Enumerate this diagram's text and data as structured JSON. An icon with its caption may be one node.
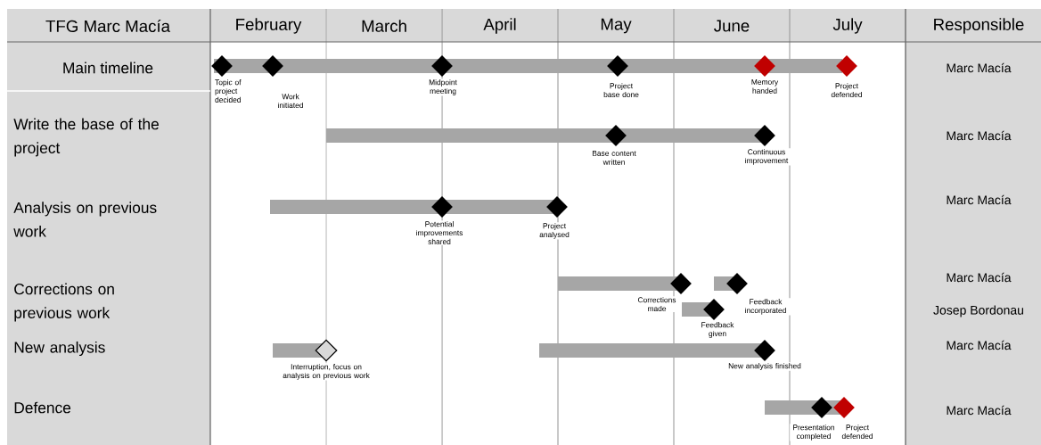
{
  "diagram": {
    "nodes": [
      {
        "text": [],
        "shape": "diamond",
        "beside": [
          "Topic of project decided"
        ]
      },
      {
        "text": [],
        "shape": "diamond",
        "beside": [
          "Work initiated"
        ]
      },
      {
        "text": [],
        "shape": "diamond",
        "beside": [
          "Midpoint meeting"
        ]
      },
      {
        "text": [],
        "shape": "diamond",
        "beside": [
          "Project base done"
        ]
      },
      {
        "text": [],
        "shape": "diamond",
        "beside": [
          "Memory handed"
        ]
      },
      {
        "text": [],
        "shape": "diamond",
        "beside": [
          "Project defended"
        ]
      },
      {
        "text": [],
        "shape": "diamond",
        "beside": [
          "Base content written"
        ]
      },
      {
        "text": [],
        "shape": "diamond",
        "beside": [
          "Continuous improvement"
        ]
      },
      {
        "text": [],
        "shape": "diamond",
        "beside": [
          "Potential improvements shared"
        ]
      },
      {
        "text": [],
        "shape": "diamond",
        "beside": [
          "Project analysed"
        ]
      },
      {
        "text": [],
        "shape": "diamond",
        "beside": [
          "Corrections made"
        ]
      },
      {
        "text": [],
        "shape": "diamond",
        "beside": [
          "Feedback incorporated"
        ]
      },
      {
        "text": [],
        "shape": "diamond",
        "beside": [
          "Feedback given"
        ]
      },
      {
        "text": [],
        "shape": "diamond",
        "beside": [
          "Interruption, focus on analysis on previous work"
        ]
      },
      {
        "text": [],
        "shape": "diamond",
        "beside": [
          "New analysis finished"
        ]
      },
      {
        "text": [],
        "shape": "diamond",
        "beside": [
          "Presentation completed"
        ]
      },
      {
        "text": [],
        "shape": "diamond",
        "beside": [
          "Project defended"
        ]
      },
      {
        "text": [],
        "shape": "bar"
      },
      {
        "text": [],
        "shape": "bar"
      },
      {
        "text": [],
        "shape": "bar"
      },
      {
        "text": [],
        "shape": "bar"
      },
      {
        "text": [],
        "shape": "bar"
      },
      {
        "text": [],
        "shape": "bar"
      },
      {
        "text": [],
        "shape": "bar"
      },
      {
        "text": [],
        "shape": "bar"
      },
      {
        "text": [],
        "shape": "bar"
      }
    ],
    "labels": [
      "TFG Marc Macía",
      "February",
      "March",
      "April",
      "May",
      "June",
      "July",
      "Responsible",
      "Main timeline",
      "Marc Macía",
      "Write the base of the project",
      "Marc Macía",
      "Analysis on previous work",
      "Marc Macía",
      "Corrections on previous work",
      "Marc Macía",
      "Josep Bordonau",
      "New analysis",
      "Marc Macía",
      "Defence",
      "Marc Macía"
    ]
  }
}
